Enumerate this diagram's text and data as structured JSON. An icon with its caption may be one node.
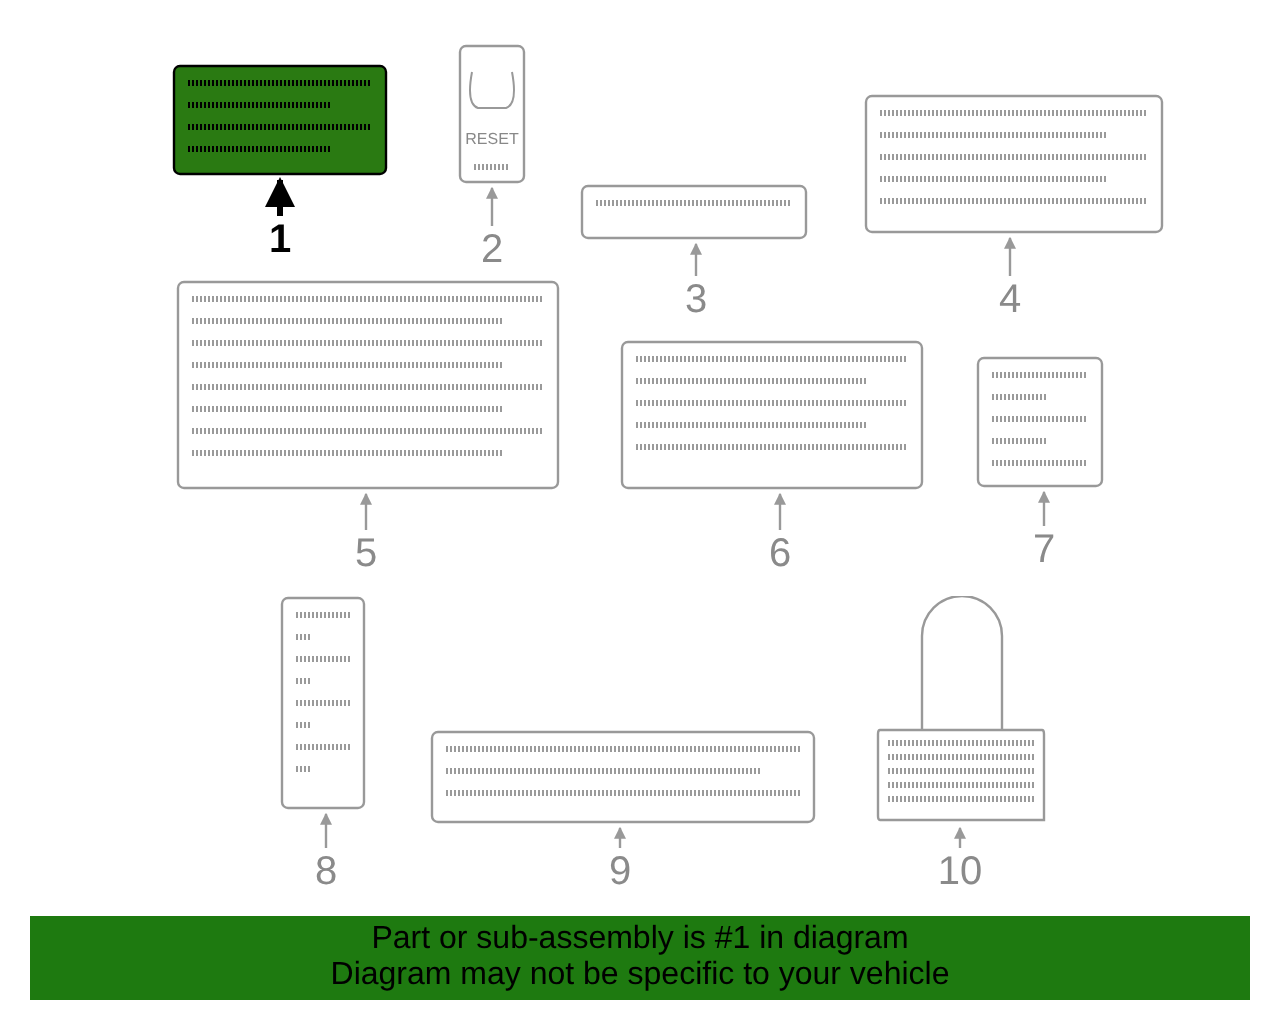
{
  "diagram": {
    "nodes": [
      {
        "text": [],
        "shape": "box"
      },
      {
        "text": [],
        "shape": "box"
      },
      {
        "text": [],
        "shape": "box"
      },
      {
        "text": [],
        "shape": "box"
      },
      {
        "text": [],
        "shape": "box"
      },
      {
        "text": [],
        "shape": "box"
      },
      {
        "text": [],
        "shape": "box"
      },
      {
        "text": [],
        "shape": "box"
      },
      {
        "text": [],
        "shape": "box"
      },
      {
        "text": [],
        "shape": "box"
      },
      {
        "text": [
          "1"
        ]
      },
      {
        "text": [
          "2"
        ]
      },
      {
        "text": [
          "3"
        ]
      },
      {
        "text": [
          "4"
        ]
      },
      {
        "text": [
          "5"
        ]
      },
      {
        "text": [
          "6"
        ]
      },
      {
        "text": [
          "7"
        ]
      },
      {
        "text": [
          "8"
        ]
      },
      {
        "text": [
          "9"
        ]
      },
      {
        "text": [
          "10"
        ]
      },
      {
        "text": [
          "Part or sub-assembly is #1 in diagram",
          "Diagram may not be specific to your vehicle"
        ]
      }
    ],
    "edges": [
      {
        "from": 10,
        "to": 0,
        "arrow": "to",
        "style": "thick",
        "color": "#000000"
      },
      {
        "from": 11,
        "to": 1,
        "arrow": "to"
      },
      {
        "from": 12,
        "to": 2,
        "arrow": "to"
      },
      {
        "from": 13,
        "to": 3,
        "arrow": "to"
      },
      {
        "from": 14,
        "to": 4,
        "arrow": "to"
      },
      {
        "from": 15,
        "to": 5,
        "arrow": "to"
      },
      {
        "from": 16,
        "to": 6,
        "arrow": "to"
      },
      {
        "from": 17,
        "to": 7,
        "arrow": "to"
      },
      {
        "from": 18,
        "to": 8,
        "arrow": "to"
      },
      {
        "from": 19,
        "to": 9,
        "arrow": "to"
      }
    ],
    "labels": [
      "RESET"
    ]
  }
}
